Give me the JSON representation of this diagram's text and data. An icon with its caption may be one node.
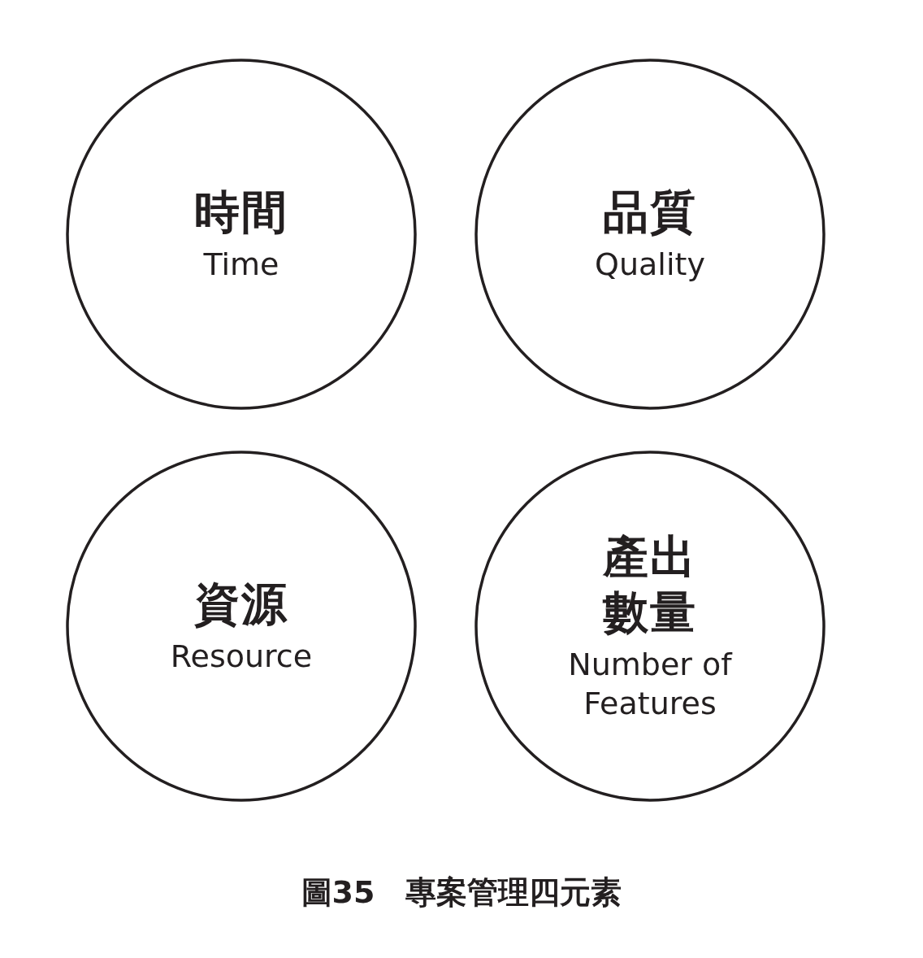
{
  "diagram": {
    "caption": "圖35　專案管理四元素",
    "nodes": [
      {
        "text": [
          "時間",
          "Time"
        ]
      },
      {
        "text": [
          "品質",
          "Quality"
        ]
      },
      {
        "text": [
          "資源",
          "Resource"
        ]
      },
      {
        "text": [
          "產出數量",
          "Number of Features"
        ]
      }
    ]
  }
}
